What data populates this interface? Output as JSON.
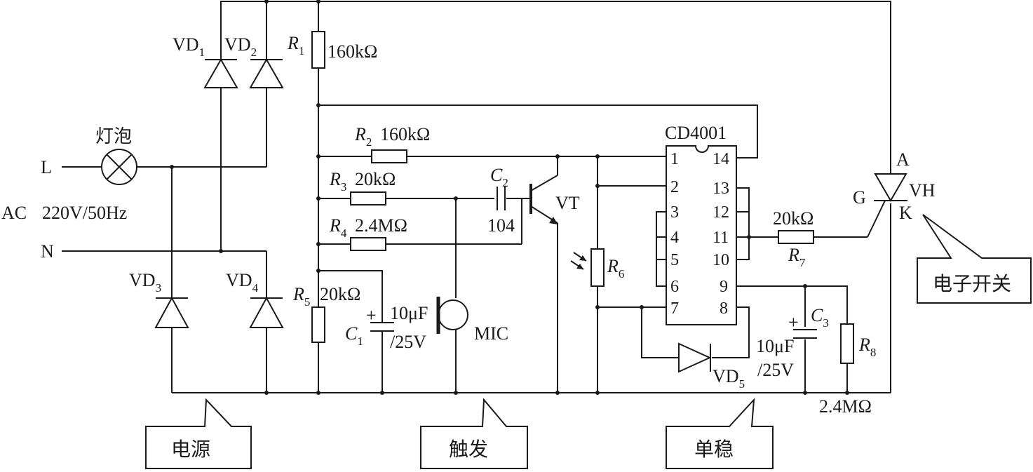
{
  "labels": {
    "bulb": "灯泡",
    "L": "L",
    "N": "N",
    "ac": "AC",
    "ac_spec": "220V/50Hz",
    "vd1": "VD",
    "vd1_sub": "1",
    "vd2": "VD",
    "vd2_sub": "2",
    "vd3": "VD",
    "vd3_sub": "3",
    "vd4": "VD",
    "vd4_sub": "4",
    "vd5": "VD",
    "vd5_sub": "5",
    "r1": "R",
    "r1_sub": "1",
    "r1_val": "160kΩ",
    "r2": "R",
    "r2_sub": "2",
    "r2_val": "160kΩ",
    "r3": "R",
    "r3_sub": "3",
    "r3_val": "20kΩ",
    "r4": "R",
    "r4_sub": "4",
    "r4_val": "2.4MΩ",
    "r5": "R",
    "r5_sub": "5",
    "r5_val": "20kΩ",
    "r6": "R",
    "r6_sub": "6",
    "r7": "R",
    "r7_sub": "7",
    "r7_val": "20kΩ",
    "r8": "R",
    "r8_sub": "8",
    "r8_val": "2.4MΩ",
    "c1": "C",
    "c1_sub": "1",
    "c1_val1": "10μF",
    "c1_val2": "/25V",
    "c2": "C",
    "c2_sub": "2",
    "c2_val": "104",
    "c3": "C",
    "c3_sub": "3",
    "c3_val1": "10μF",
    "c3_val2": "/25V",
    "plus": "+",
    "mic": "MIC",
    "vt": "VT",
    "ic": "CD4001",
    "pins": [
      "1",
      "2",
      "3",
      "4",
      "5",
      "6",
      "7",
      "14",
      "13",
      "12",
      "11",
      "10",
      "9",
      "8"
    ],
    "scr": "VH",
    "scr_a": "A",
    "scr_g": "G",
    "scr_k": "K"
  },
  "callouts": {
    "power": "电源",
    "trigger": "触发",
    "monostable": "单稳",
    "switch": "电子开关"
  }
}
